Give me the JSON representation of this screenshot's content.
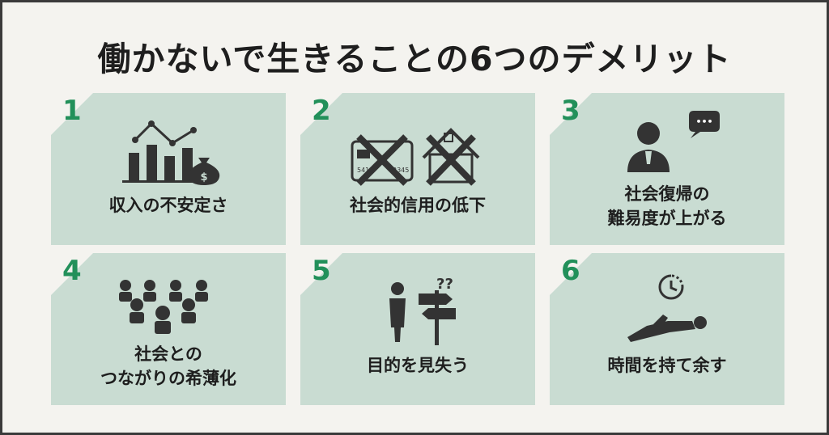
{
  "title": "働かないで生きることの6つのデメリット",
  "colors": {
    "background": "#f4f3ef",
    "card": "#c9dcd2",
    "number": "#22905a",
    "icon": "#333333"
  },
  "cards": [
    {
      "number": "1",
      "lines": [
        "収入の不安定さ"
      ],
      "icon": "money-bag-chart-icon",
      "icon_text": "$"
    },
    {
      "number": "2",
      "lines": [
        "社会的信用の低下"
      ],
      "icon": "credit-card-house-crossed-icon",
      "card_text_left": "5412",
      "card_text_right": "2345"
    },
    {
      "number": "3",
      "lines": [
        "社会復帰の",
        "難易度が上がる"
      ],
      "icon": "person-speech-bubble-icon",
      "icon_text": "•••"
    },
    {
      "number": "4",
      "lines": [
        "社会との",
        "つながりの希薄化"
      ],
      "icon": "people-group-icon"
    },
    {
      "number": "5",
      "lines": [
        "目的を見失う"
      ],
      "icon": "confused-person-signpost-icon",
      "icon_text": "??"
    },
    {
      "number": "6",
      "lines": [
        "時間を持て余す"
      ],
      "icon": "lying-person-clock-icon"
    }
  ]
}
